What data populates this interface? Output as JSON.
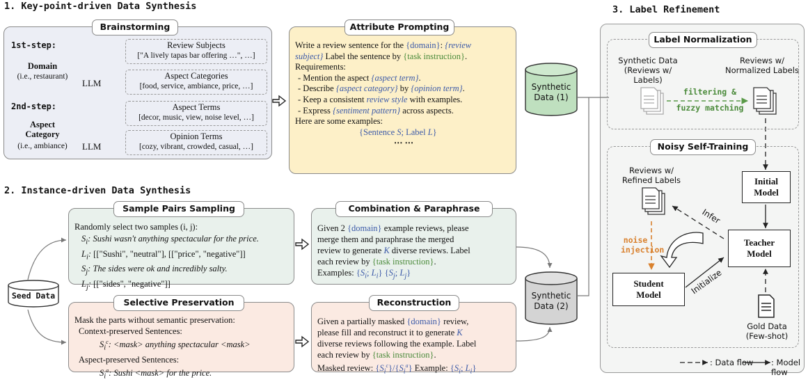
{
  "titles": {
    "s1": "1. Key-point-driven Data Synthesis",
    "s2": "2. Instance-driven Data Synthesis",
    "s3": "3. Label Refinement"
  },
  "brainstorming": {
    "tab": "Brainstorming",
    "step1": "1st-step:",
    "step2": "2nd-step:",
    "domain_label": "Domain",
    "domain_example": "(i.e., restaurant)",
    "aspect_label_1": "Aspect",
    "aspect_label_2": "Category",
    "aspect_example": "(i.e., ambiance)",
    "llm": "LLM",
    "review_subjects_title": "Review Subjects",
    "review_subjects_value": "[\"A lively tapas bar offering …\", …]",
    "aspect_categories_title": "Aspect Categories",
    "aspect_categories_value": "[food, service, ambiance, price, …]",
    "aspect_terms_title": "Aspect Terms",
    "aspect_terms_value": "[decor, music, view, noise level, …]",
    "opinion_terms_title": "Opinion Terms",
    "opinion_terms_value": "[cozy, vibrant, crowded, casual, …]"
  },
  "attribute": {
    "tab": "Attribute Prompting",
    "l1a": "Write a review sentence for the ",
    "l1b": "{domain}",
    "l1c": ": ",
    "l1d": "{review",
    "l2a": "subject}",
    "l2b": " Label the sentence by ",
    "l2c": "{task instruction}",
    "l2d": ".",
    "l3": "Requirements:",
    "l4a": "- Mention the aspect ",
    "l4b": "{aspect term}",
    "l4c": ".",
    "l5a": "- Describe ",
    "l5b": "{aspect category}",
    "l5c": " by ",
    "l5d": "{opinion term}",
    "l5e": ".",
    "l6a": "- Keep a consistent ",
    "l6b": "review style",
    "l6c": " with examples.",
    "l7a": "- Express ",
    "l7b": "{sentiment pattern}",
    "l7c": " across aspects.",
    "l8": "Here are some examples:",
    "l9a": "{Sentence ",
    "l9b": "S",
    "l9c": "; Label ",
    "l9d": "L",
    "l9e": "}",
    "l10": "⋯ ⋯"
  },
  "sample_pairs": {
    "tab": "Sample Pairs Sampling",
    "l1": "Randomly select two samples (i, j):",
    "si": "Sushi wasn't anything spectacular for the price.",
    "li": "[[\"Sushi\", \"neutral\"], [[\"price\", \"negative\"]]",
    "sj": "The sides were ok and incredibly salty.",
    "lj": "[[\"sides\", \"negative\"]]"
  },
  "selective": {
    "tab": "Selective Preservation",
    "l1": "Mask the parts without semantic preservation:",
    "l2": "Context-preserved Sentences:",
    "l3": "<mask> anything spectacular <mask>",
    "l4": "Aspect-preserved Sentences:",
    "l5": "Sushi <mask> for the price."
  },
  "combination": {
    "tab": "Combination & Paraphrase",
    "l1a": "Given 2 ",
    "l1b": "{domain}",
    "l1c": " example reviews, please",
    "l2": "merge them and paraphrase the merged",
    "l3a": "review to generate ",
    "l3b": "K",
    "l3c": " diverse reviews. Label",
    "l4a": "each review by ",
    "l4b": "{task instruction}",
    "l4c": ".",
    "l5": "Examples:"
  },
  "reconstruction": {
    "tab": "Reconstruction",
    "l1a": "Given a partially masked ",
    "l1b": "{domain}",
    "l1c": " review,",
    "l2": "please fill and reconstruct it to generate ",
    "l2b": "K",
    "l3": "diverse reviews following the example. Label",
    "l4a": "each review by ",
    "l4b": "{task instruction}",
    "l4c": ".",
    "l5a": "Masked review: ",
    "l5b": " Example: "
  },
  "seed": "Seed Data",
  "synthetic1": [
    "Synthetic",
    "Data (1)"
  ],
  "synthetic2": [
    "Synthetic",
    "Data (2)"
  ],
  "label_norm": {
    "tab": "Label Normalization",
    "synth_1": "Synthetic Data",
    "synth_2": "(Reviews w/ Labels)",
    "rev_1": "Reviews w/",
    "rev_2": "Normalized Labels",
    "arrow_1": "filtering &",
    "arrow_2": "fuzzy matching"
  },
  "noisy": {
    "tab": "Noisy Self-Training",
    "refined_1": "Reviews w/",
    "refined_2": "Refined Labels",
    "initial_1": "Initial",
    "initial_2": "Model",
    "teacher_1": "Teacher",
    "teacher_2": "Model",
    "student_1": "Student",
    "student_2": "Model",
    "infer": "Infer",
    "initialize": "Initialize",
    "noise_1": "noise",
    "noise_2": "injection",
    "gold_1": "Gold Data",
    "gold_2": "(Few-shot)"
  },
  "legend": {
    "data_flow": ": Data flow",
    "model_flow": ": Model flow"
  },
  "colors": {
    "brainstorm_bg": "#eceef5",
    "attribute_bg": "#fdf0c8",
    "sample_bg": "#e9f1ec",
    "selective_bg": "#fbeae2",
    "combination_bg": "#e9f1ec",
    "reconstruction_bg": "#fbeae2",
    "cylinder1": "#bfe0bf",
    "cylinder2": "#d4d4d4",
    "refine_bg": "#f4f5f4",
    "blue": "#3c5aa8",
    "green": "#4a8a3a",
    "orange": "#d9812e"
  }
}
